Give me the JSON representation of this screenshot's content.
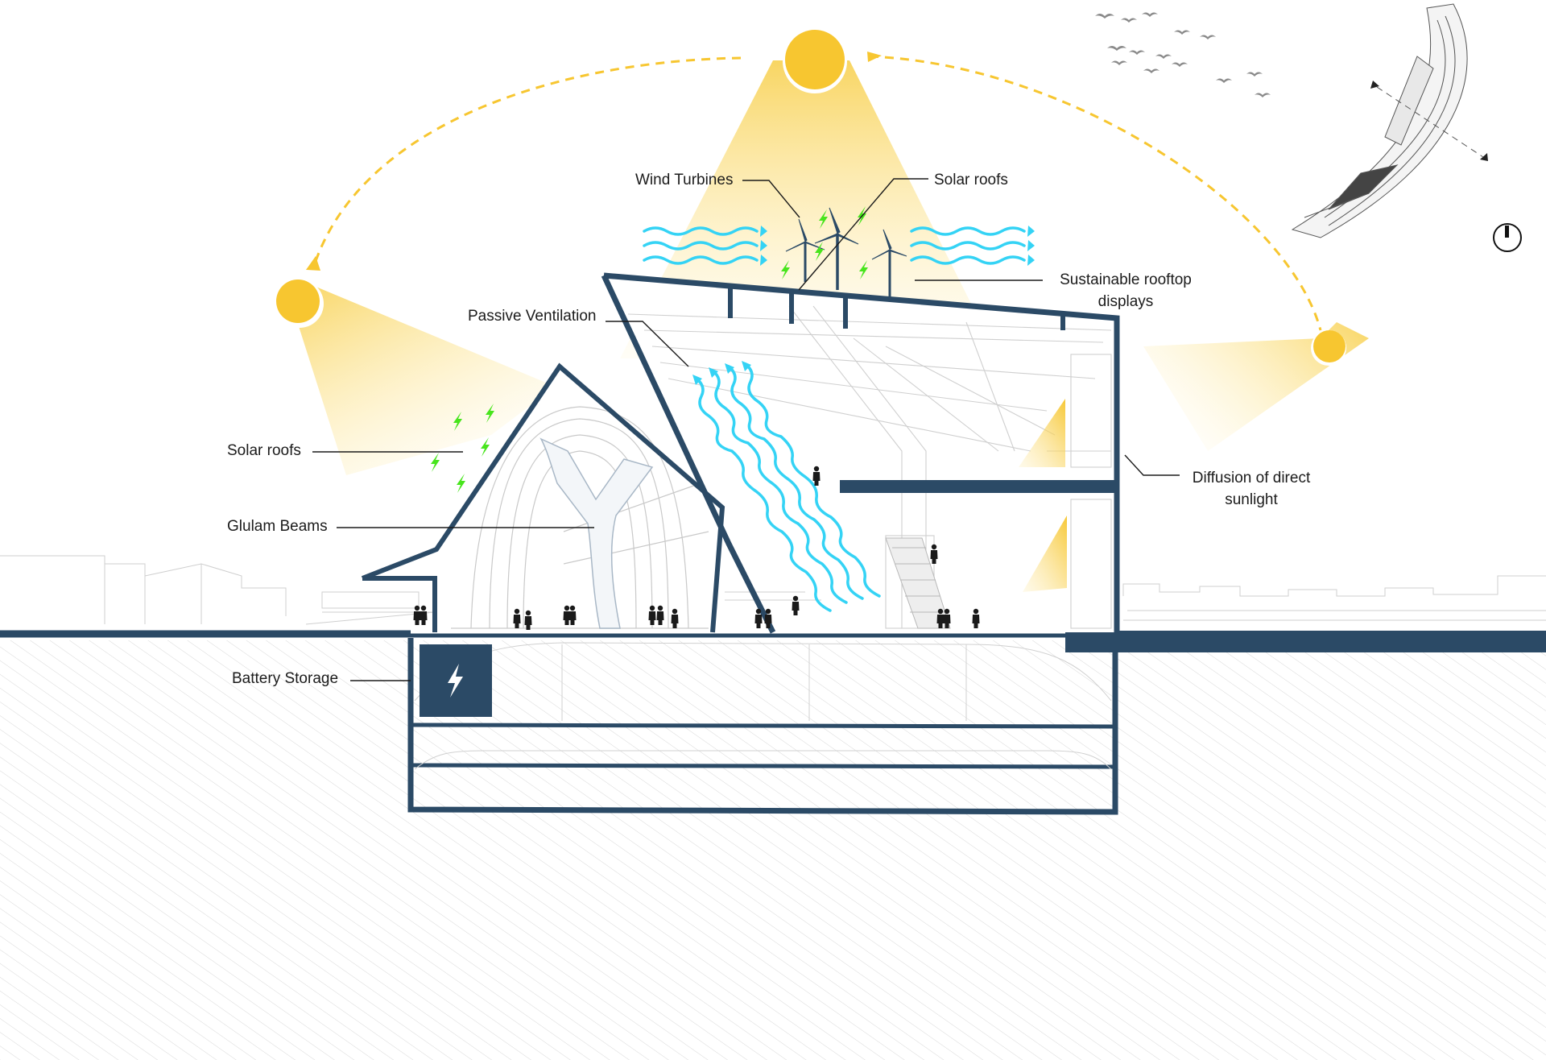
{
  "labels": {
    "wind_turbines": "Wind Turbines",
    "solar_roofs_top": "Solar roofs",
    "sustainable_rooftop_line1": "Sustainable rooftop",
    "sustainable_rooftop_line2": "displays",
    "passive_ventilation": "Passive Ventilation",
    "solar_roofs_left": "Solar roofs",
    "glulam_beams": "Glulam Beams",
    "diffusion_line1": "Diffusion of direct",
    "diffusion_line2": "sunlight",
    "battery_storage": "Battery Storage"
  },
  "colors": {
    "structure": "#2b4a66",
    "sun": "#f7c630",
    "sun_beam": "#fbdf7e",
    "wind": "#34d3f5",
    "energy": "#47e51c",
    "ground_hatch": "#d5d5d5",
    "line": "#1b1b1b"
  },
  "icons": {
    "battery": "lightning-bolt-icon",
    "north_arrow": "north-arrow-icon",
    "energy": "lightning-bolt-icon"
  }
}
